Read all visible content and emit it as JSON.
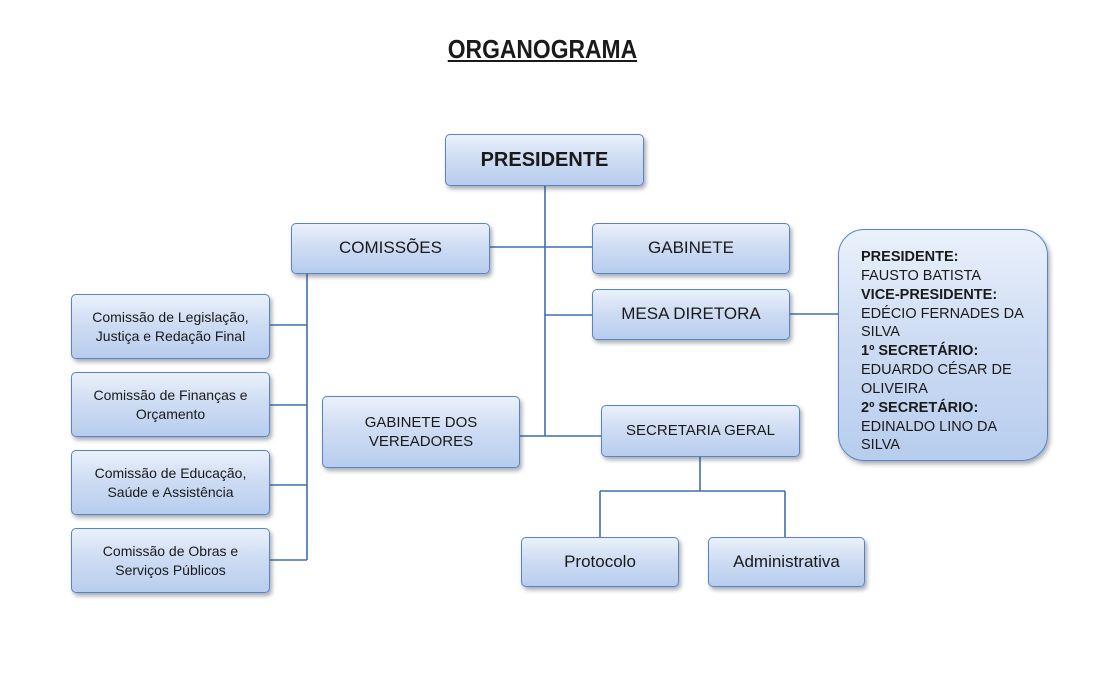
{
  "title": "ORGANOGRAMA",
  "colors": {
    "box_border": "#5a82c6",
    "box_fill_top": "#eaf1fb",
    "box_fill_bottom": "#b7cdee",
    "connector": "#3f6fad"
  },
  "nodes": {
    "presidente": "PRESIDENTE",
    "comissoes": "COMISSÕES",
    "gabinete": "GABINETE",
    "mesa_diretora": "MESA DIRETORA",
    "gabinete_vereadores": "GABINETE DOS VEREADORES",
    "secretaria_geral": "SECRETARIA GERAL",
    "protocolo": "Protocolo",
    "administrativa": "Administrativa"
  },
  "commissions": [
    "Comissão de Legislação, Justiça e Redação Final",
    "Comissão de Finanças e Orçamento",
    "Comissão de Educação, Saúde e Assistência",
    "Comissão de Obras e Serviços Públicos"
  ],
  "mesa_members": [
    {
      "role": "PRESIDENTE:",
      "name": "FAUSTO BATISTA"
    },
    {
      "role": "VICE-PRESIDENTE:",
      "name": "EDÉCIO FERNADES DA SILVA"
    },
    {
      "role": "1º SECRETÁRIO:",
      "name": "EDUARDO CÉSAR DE OLIVEIRA"
    },
    {
      "role": "2º SECRETÁRIO:",
      "name": "EDINALDO LINO DA SILVA"
    }
  ]
}
